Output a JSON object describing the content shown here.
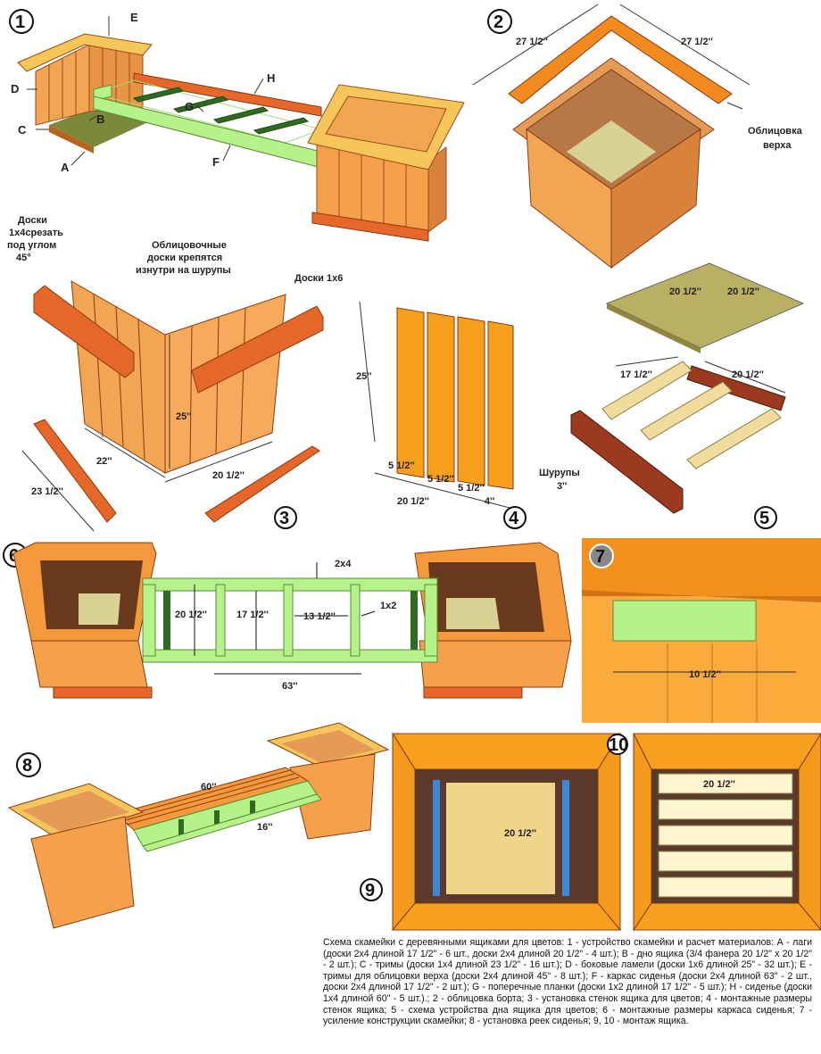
{
  "steps": [
    "1",
    "2",
    "3",
    "4",
    "5",
    "6",
    "7",
    "8",
    "9",
    "10"
  ],
  "panel1": {
    "letters": [
      "E",
      "D",
      "B",
      "C",
      "A",
      "H",
      "G",
      "F"
    ]
  },
  "panel2": {
    "dim_left": "27 1/2''",
    "dim_right": "27 1/2''",
    "note_line1": "Облицовка",
    "note_line2": "верха"
  },
  "panel3": {
    "note_left_line1": "Доски",
    "note_left_line2": "1x4срезать",
    "note_left_line3": "под углом",
    "note_left_line4": "45°",
    "note_center_line1": "Облицовочные",
    "note_center_line2": "доски крепятся",
    "note_center_line3": "изнутри на шурупы",
    "note_right": "Доски 1x6",
    "dim_height": "25''",
    "dim_depth": "22''",
    "dim_width": "20 1/2''",
    "dim_trim": "23 1/2''"
  },
  "panel4": {
    "dim_height": "25''",
    "dim_board1": "5 1/2''",
    "dim_board2": "5 1/2''",
    "dim_board3": "5 1/2''",
    "dim_board4": "4''",
    "dim_total": "20 1/2''"
  },
  "panel5": {
    "dim_plate_a": "20 1/2''",
    "dim_plate_b": "20 1/2''",
    "dim_frame_short": "17 1/2''",
    "dim_frame_long": "20 1/2''",
    "screws_line1": "Шурупы",
    "screws_line2": "3''"
  },
  "panel6": {
    "dim_2x4": "2x4",
    "dim_width": "20 1/2''",
    "dim_inner": "17 1/2''",
    "dim_gap": "13 1/2''",
    "dim_1x2": "1x2",
    "dim_length": "63''"
  },
  "panel7": {
    "dim": "10 1/2''"
  },
  "panel8": {
    "dim_seat": "60''",
    "dim_depth": "16''"
  },
  "panel9": {
    "dim": "20 1/2''"
  },
  "panel10": {
    "dim": "20 1/2''"
  },
  "caption": "Схема скамейки с деревянными ящиками для цветов: 1 - устройство скамейки и расчет материалов: А - лаги (доски 2х4 длиной 17 1/2\" - 6 шт., доски 2х4 длиной 20 1/2\" - 4 шт.); В - дно ящика (3/4 фанера 20 1/2\" х 20 1/2\" - 2 шт.); С - тримы (доски 1х4 длиной 23 1/2\" - 16 шт.); D - боковые ламели (доски 1х6 длиной 25\" - 32 шт.); Е - тримы для облицовки верха (доски 2х4 длиной 45\" - 8 шт.); F - каркас сиденья (доски 2х4 длиной 63\" - 2 шт., доски 2х4 длиной 17 1/2\" - 2 шт.); G - поперечные планки (доски 1х2 длиной 17 1/2\" - 5 шт.); Н - сиденье (доски 1х4 длиной 60\" - 5 шт.).; 2 - облицовка борта; 3 - установка стенок ящика для цветов; 4 - монтажные размеры стенок ящика; 5 - схема устройства дна ящика для цветов; 6 - монтажные размеры каркаса сиденья; 7 - усиление конструкции скамейки; 8 - установка реек сиденья; 9, 10 - монтаж ящика.",
  "colors": {
    "wood": "#f5a04a",
    "wood_dark": "#c9692b",
    "trim": "#f7c65a",
    "frame_green": "#b6f28a",
    "plywood": "#d8d294",
    "beam": "#9b3a1e",
    "blue_batten": "#3f86d8",
    "orange_bg": "#fbaa3c"
  }
}
